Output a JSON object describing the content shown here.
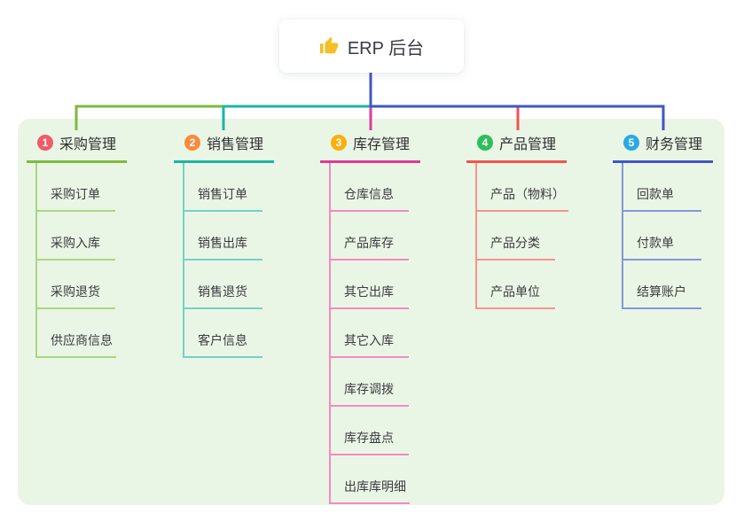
{
  "root": {
    "title": "ERP 后台",
    "icon": "thumbs-up-icon",
    "icon_color": "#F6BF26"
  },
  "surface": {
    "panel_bg": "#EAF6E5",
    "page_bg": "#ffffff",
    "stem_color": "#4156C4"
  },
  "branches": [
    {
      "index": "1",
      "label": "采购管理",
      "badge_color": "#F25B69",
      "line_color": "#7DBA3F",
      "child_line_color": "#ABD584",
      "children": [
        "采购订单",
        "采购入库",
        "采购退货",
        "供应商信息"
      ]
    },
    {
      "index": "2",
      "label": "销售管理",
      "badge_color": "#F98B3D",
      "line_color": "#1BB5A5",
      "child_line_color": "#74D1C6",
      "children": [
        "销售订单",
        "销售出库",
        "销售退货",
        "客户信息"
      ]
    },
    {
      "index": "3",
      "label": "库存管理",
      "badge_color": "#FBAF0E",
      "line_color": "#DF3A9B",
      "child_line_color": "#F38BC0",
      "children": [
        "仓库信息",
        "产品库存",
        "其它出库",
        "其它入库",
        "库存调拨",
        "库存盘点",
        "出库库明细"
      ]
    },
    {
      "index": "4",
      "label": "产品管理",
      "badge_color": "#2FBD5B",
      "line_color": "#F25450",
      "child_line_color": "#FA928F",
      "children": [
        "产品（物料）",
        "产品分类",
        "产品单位"
      ]
    },
    {
      "index": "5",
      "label": "财务管理",
      "badge_color": "#2BA9E1",
      "line_color": "#4156C4",
      "child_line_color": "#8497DC",
      "children": [
        "回款单",
        "付款单",
        "结算账户"
      ]
    }
  ]
}
